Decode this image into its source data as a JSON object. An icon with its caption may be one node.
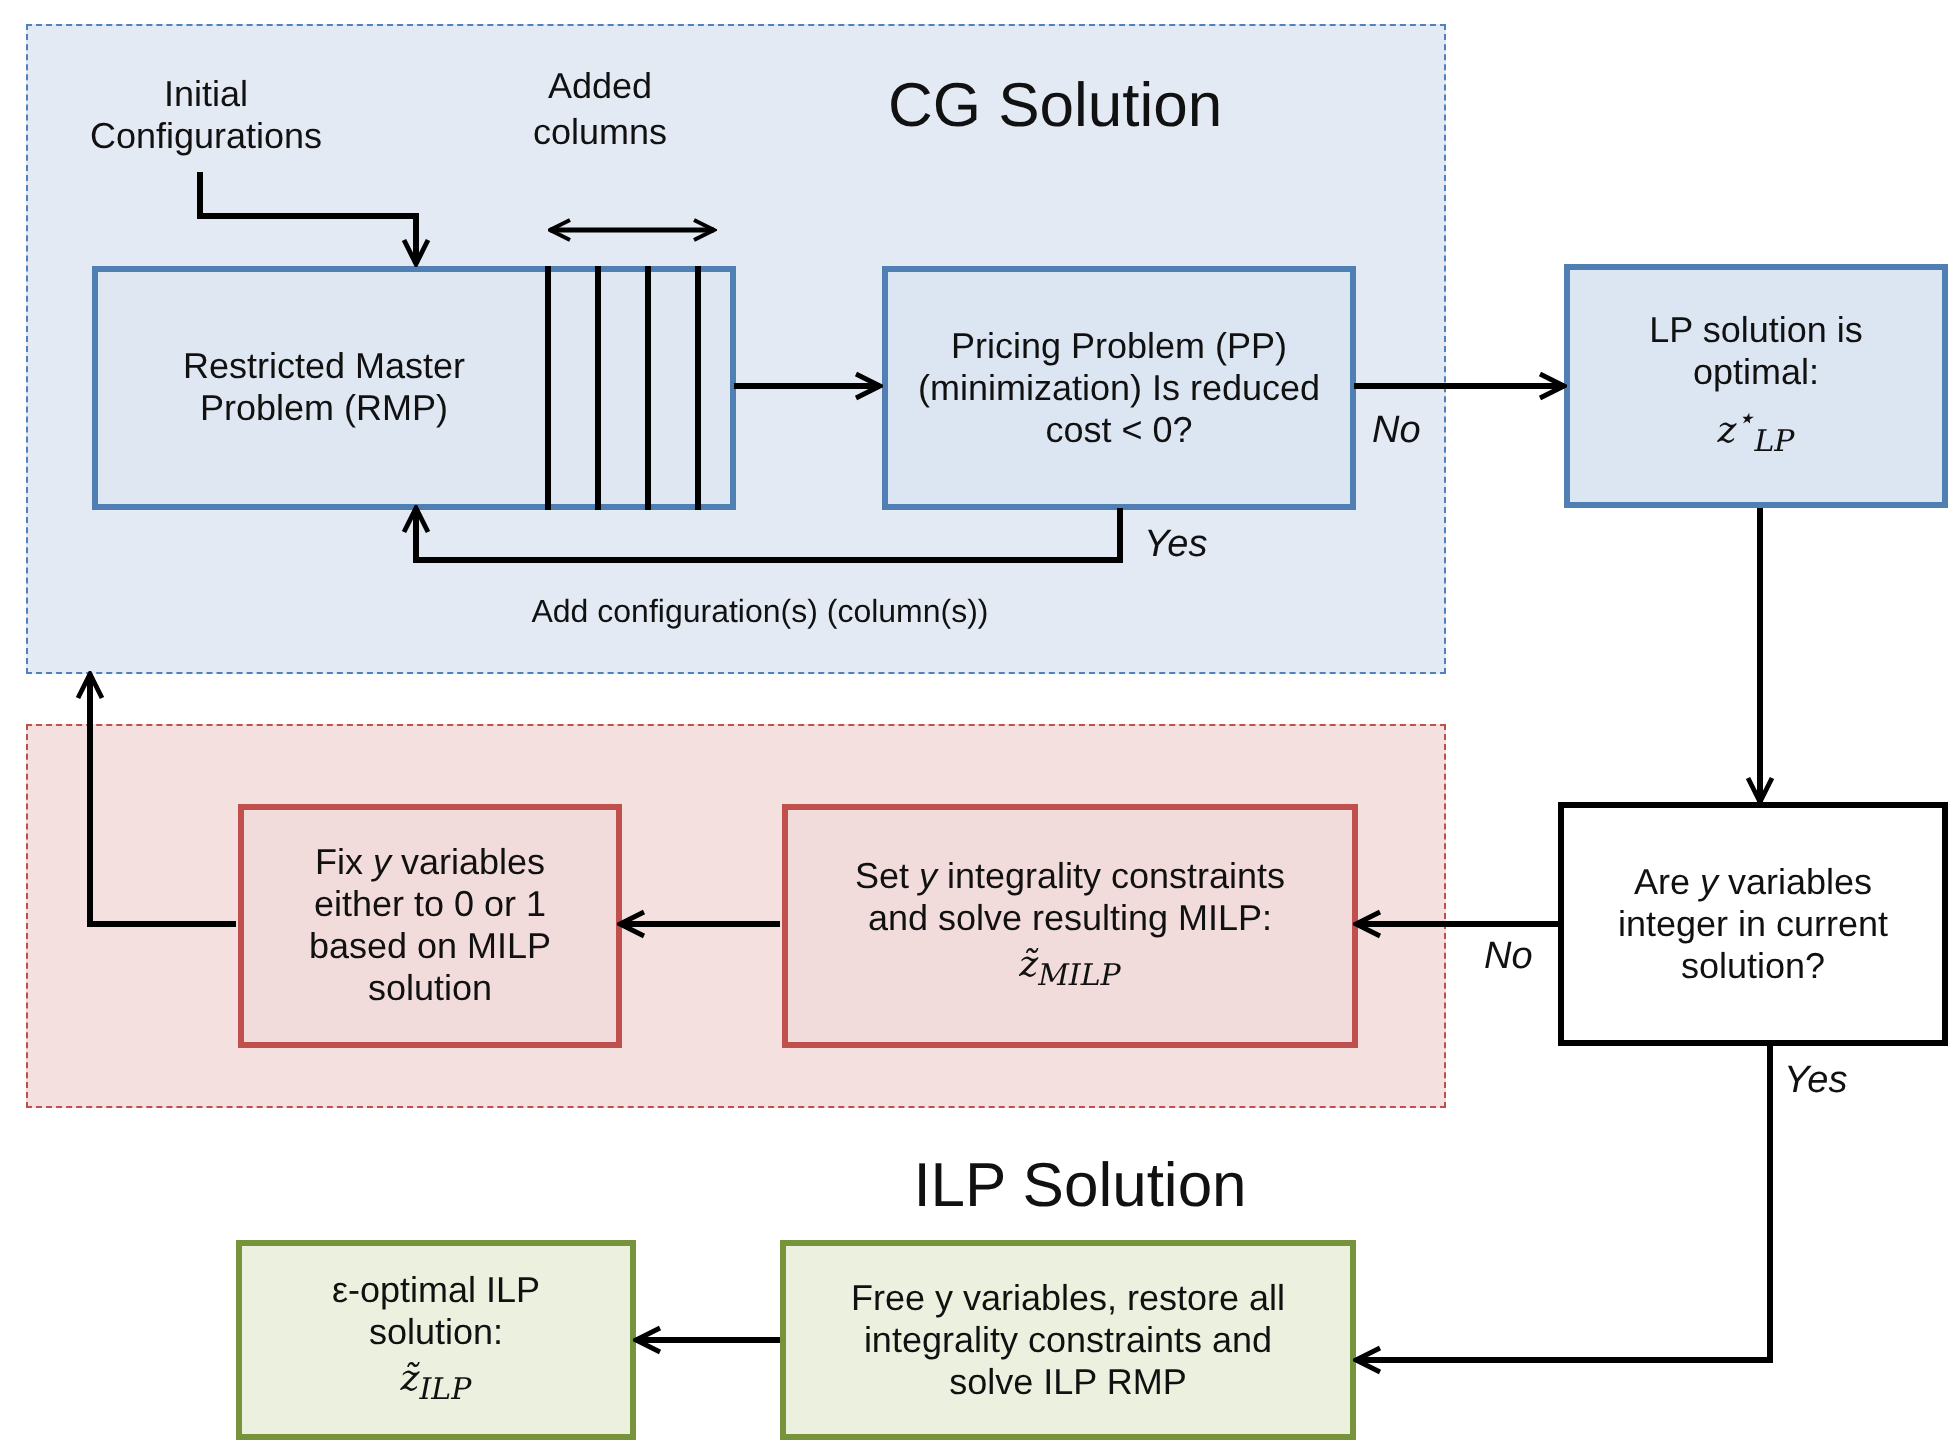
{
  "diagram": {
    "nodes": [
      {
        "text": [
          "CG Solution"
        ]
      },
      {
        "text": [
          "Initial Configurations"
        ],
        "in": 0
      },
      {
        "text": [
          "Restricted Master Problem (RMP)"
        ],
        "in": 0
      },
      {
        "text": [
          "Pricing Problem (PP) (minimization) Is reduced cost < 0?"
        ],
        "in": 0
      },
      {
        "text": [
          "LP solution is optimal:",
          "z$^{⋆}$$_{LP}$"
        ]
      },
      {
        "text": [],
        "shape": "box"
      },
      {
        "text": [
          "Fix *y* variables either to 0 or 1 based on MILP solution"
        ],
        "in": 5
      },
      {
        "text": [
          "Set *y* integrality constraints and solve resulting MILP:",
          "z̃$_{MILP}$"
        ],
        "in": 5
      },
      {
        "text": [
          "Are *y* variables integer in current solution?"
        ]
      },
      {
        "text": [
          "Free y variables, restore all integrality constraints and solve ILP RMP"
        ]
      },
      {
        "text": [
          "ε-optimal ILP solution:",
          "z̃$_{ILP}$"
        ]
      }
    ],
    "edges": [
      {
        "from": 1,
        "to": 2,
        "arrow": "to"
      },
      {
        "from": 2,
        "to": 3,
        "arrow": "to"
      },
      {
        "from": 3,
        "to": 2,
        "arrow": "to",
        "label": "Yes"
      },
      {
        "from": 3,
        "to": 4,
        "arrow": "to",
        "label": "No"
      },
      {
        "from": 4,
        "to": 8,
        "arrow": "to"
      },
      {
        "from": 8,
        "to": 7,
        "arrow": "to",
        "label": "No"
      },
      {
        "from": 7,
        "to": 6,
        "arrow": "to"
      },
      {
        "from": 6,
        "to": 0,
        "arrow": "to"
      },
      {
        "from": 8,
        "to": 9,
        "arrow": "to",
        "label": "Yes"
      },
      {
        "from": 9,
        "to": 10,
        "arrow": "to"
      }
    ],
    "labels": [
      "Added columns",
      "Add configuration(s) (column(s))",
      "ILP Solution"
    ]
  }
}
